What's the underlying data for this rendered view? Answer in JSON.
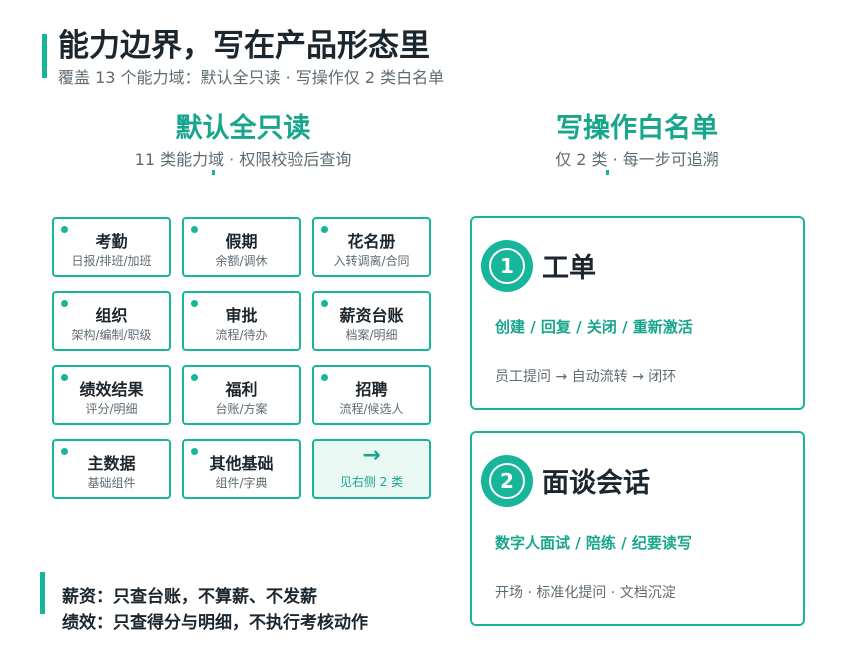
{
  "header": {
    "title": "能力边界，写在产品形态里",
    "subtitle": "覆盖 13 个能力域：默认全只读 · 写操作仅 2 类白名单"
  },
  "left_section": {
    "title": "默认全只读",
    "subtitle": "11 类能力域 · 权限校验后查询"
  },
  "right_section": {
    "title": "写操作白名单",
    "subtitle": "仅 2 类 · 每一步可追溯"
  },
  "domains": [
    {
      "name": "考勤",
      "desc": "日报/排班/加班"
    },
    {
      "name": "假期",
      "desc": "余额/调休"
    },
    {
      "name": "花名册",
      "desc": "入转调离/合同"
    },
    {
      "name": "组织",
      "desc": "架构/编制/职级"
    },
    {
      "name": "审批",
      "desc": "流程/待办"
    },
    {
      "name": "薪资台账",
      "desc": "档案/明细"
    },
    {
      "name": "绩效结果",
      "desc": "评分/明细"
    },
    {
      "name": "福利",
      "desc": "台账/方案"
    },
    {
      "name": "招聘",
      "desc": "流程/候选人"
    },
    {
      "name": "主数据",
      "desc": "基础组件"
    },
    {
      "name": "其他基础",
      "desc": "组件/字典"
    }
  ],
  "more_cell": {
    "arrow": "→",
    "desc": "见右侧 2 类"
  },
  "write_cards": [
    {
      "badge": "1",
      "title": "工单",
      "actions": "创建 / 回复 / 关闭 / 重新激活",
      "flow": "员工提问 → 自动流转 → 闭环"
    },
    {
      "badge": "2",
      "title": "面谈会话",
      "actions": "数字人面试 / 陪练 / 纪要读写",
      "flow": "开场 · 标准化提问 · 文档沉淀"
    }
  ],
  "notes": [
    "薪资：只查台账，不算薪、不发薪",
    "绩效：只查得分与明细，不执行考核动作"
  ],
  "colors": {
    "accent": "#17b59a",
    "accent_text": "#17a68c",
    "title_text": "#1c262e",
    "muted_text": "#5f6b73",
    "more_bg": "#eaf8f4"
  }
}
